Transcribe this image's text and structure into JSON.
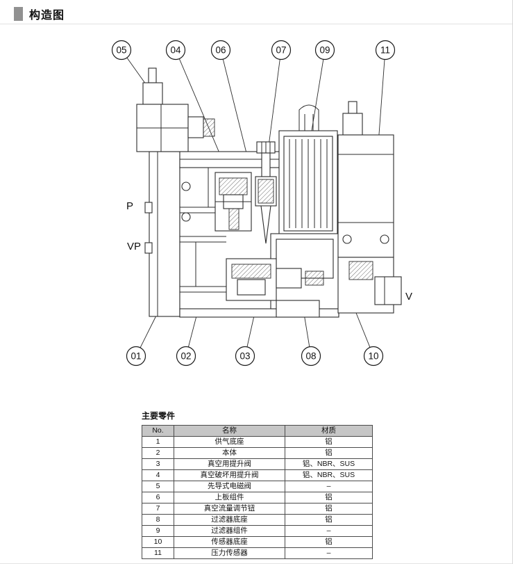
{
  "page": {
    "title": "构造图"
  },
  "diagram": {
    "callouts_top": [
      "05",
      "04",
      "06",
      "07",
      "09",
      "11"
    ],
    "callouts_bottom": [
      "01",
      "02",
      "03",
      "08",
      "10"
    ],
    "ports": {
      "p": "P",
      "vp": "VP",
      "v": "V"
    }
  },
  "parts": {
    "heading": "主要零件",
    "columns": [
      "No.",
      "名称",
      "材质"
    ],
    "rows": [
      [
        "1",
        "供气底座",
        "铝"
      ],
      [
        "2",
        "本体",
        "铝"
      ],
      [
        "3",
        "真空用提升阀",
        "铝、NBR、SUS"
      ],
      [
        "4",
        "真空破坏用提升阀",
        "铝、NBR、SUS"
      ],
      [
        "5",
        "先导式电磁阀",
        "–"
      ],
      [
        "6",
        "上板组件",
        "铝"
      ],
      [
        "7",
        "真空流量调节钮",
        "铝"
      ],
      [
        "8",
        "过滤器底座",
        "铝"
      ],
      [
        "9",
        "过滤器组件",
        "–"
      ],
      [
        "10",
        "传感器底座",
        "铝"
      ],
      [
        "11",
        "压力传感器",
        "–"
      ]
    ]
  }
}
